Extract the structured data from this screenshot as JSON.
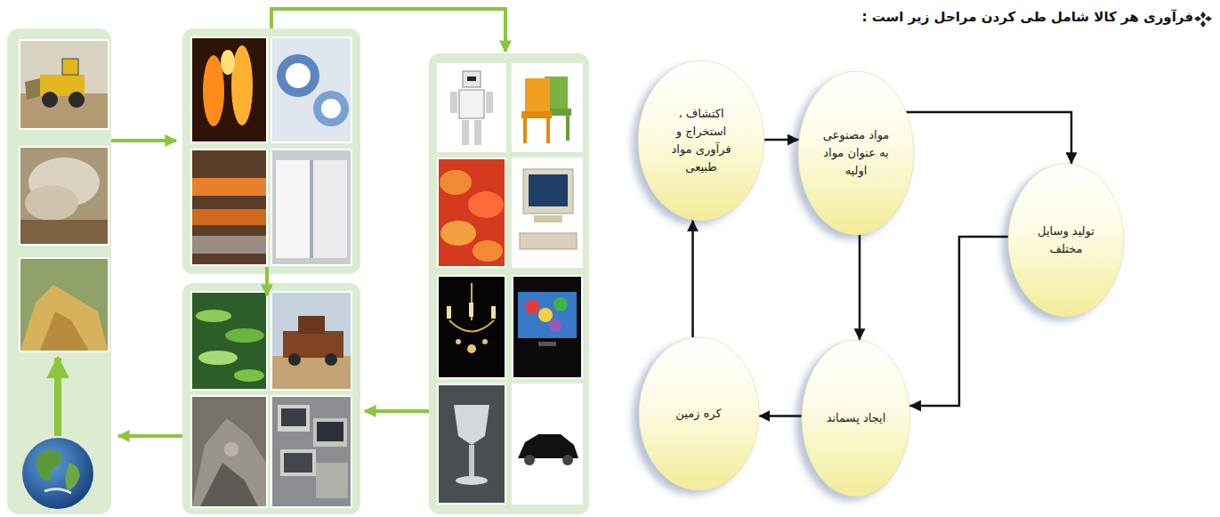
{
  "diagram": {
    "title": "فرآوری هر کالا شامل طی کردن مراحل زیر است :",
    "nodes": [
      {
        "text": [
          "اکتشاف ، استخراج و فرآوری مواد طبیعی"
        ]
      },
      {
        "text": [
          "مواد مصنوعی به عنوان مواد اولیه"
        ]
      },
      {
        "text": [
          "تولید وسایل مختلف"
        ]
      },
      {
        "text": [
          "ایجاد پسماند"
        ]
      },
      {
        "text": [
          "کره زمین"
        ]
      }
    ],
    "edges": [
      {
        "from": 0,
        "to": 1,
        "arrow": "to"
      },
      {
        "from": 1,
        "to": 2,
        "arrow": "to"
      },
      {
        "from": 1,
        "to": 3,
        "arrow": "to"
      },
      {
        "from": 2,
        "to": 3,
        "arrow": "to"
      },
      {
        "from": 3,
        "to": 4,
        "arrow": "to"
      },
      {
        "from": 4,
        "to": 0,
        "arrow": "to"
      }
    ]
  }
}
